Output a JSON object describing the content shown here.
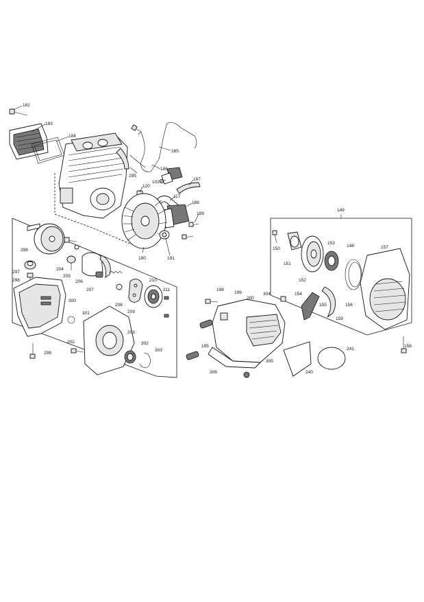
{
  "labels": {
    "p182": "182",
    "p183": "183",
    "p184": "184",
    "p185": "185",
    "p295": "295",
    "p186": "186",
    "p102": "102",
    "p120": "120",
    "p187": "187",
    "p117": "117",
    "p188": "188",
    "p189": "189",
    "p190": "190",
    "p191": "191",
    "p296": "296",
    "p204": "204",
    "p205": "205",
    "p206": "206",
    "p207": "207",
    "p208": "208",
    "p209": "209",
    "p210": "210",
    "p211": "211",
    "p297": "297",
    "p298": "298",
    "p300": "300",
    "p301": "301",
    "p202": "202",
    "p203": "203",
    "p302": "302",
    "p303": "303",
    "p299": "299",
    "p198": "198",
    "p199": "199",
    "p200": "200",
    "p304": "304",
    "p195": "195",
    "p306": "306",
    "p305": "305",
    "p240": "240",
    "p241": "241",
    "p149": "149",
    "p150": "150",
    "p151": "151",
    "p152": "152",
    "p153": "153",
    "p148": "148",
    "p157": "157",
    "p154": "154",
    "p156": "156",
    "p155": "155",
    "p159": "159",
    "p158": "158"
  }
}
